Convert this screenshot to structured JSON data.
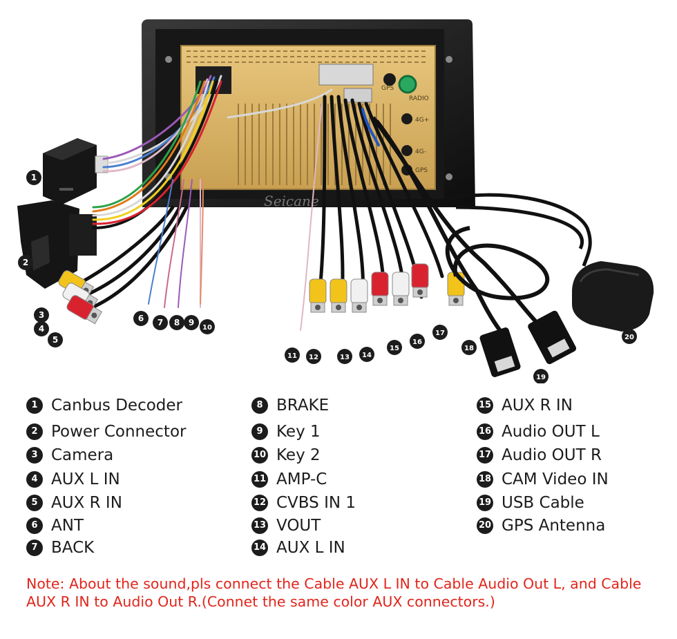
{
  "watermark": "Seicane",
  "unit_labels": {
    "gps_port": "GPS",
    "radio_port": "RADIO",
    "port_4g_a": "4G+",
    "port_4g_b": "4G-",
    "gps_port_b": "GPS"
  },
  "callouts": [
    "1",
    "2",
    "3",
    "4",
    "5",
    "6",
    "7",
    "8",
    "9",
    "10",
    "11",
    "12",
    "13",
    "14",
    "15",
    "16",
    "17",
    "18",
    "19",
    "20"
  ],
  "legend": [
    {
      "num": "1",
      "label": "Canbus Decoder"
    },
    {
      "num": "2",
      "label": "Power Connector"
    },
    {
      "num": "3",
      "label": "Camera"
    },
    {
      "num": "4",
      "label": "AUX L IN"
    },
    {
      "num": "5",
      "label": "AUX R IN"
    },
    {
      "num": "6",
      "label": "ANT"
    },
    {
      "num": "7",
      "label": "BACK"
    },
    {
      "num": "8",
      "label": "BRAKE"
    },
    {
      "num": "9",
      "label": "Key 1"
    },
    {
      "num": "10",
      "label": "Key 2"
    },
    {
      "num": "11",
      "label": "AMP-C"
    },
    {
      "num": "12",
      "label": "CVBS IN 1"
    },
    {
      "num": "13",
      "label": "VOUT"
    },
    {
      "num": "14",
      "label": "AUX L IN"
    },
    {
      "num": "15",
      "label": "AUX R IN"
    },
    {
      "num": "16",
      "label": "Audio OUT L"
    },
    {
      "num": "17",
      "label": "Audio OUT R"
    },
    {
      "num": "18",
      "label": "CAM Video IN"
    },
    {
      "num": "19",
      "label": "USB Cable"
    },
    {
      "num": "20",
      "label": "GPS Antenna"
    }
  ],
  "note": "Note: About the sound,pls connect the Cable AUX L IN to Cable Audio Out L, and Cable AUX R IN to  Audio Out R.(Connet the same color AUX connectors.)",
  "colors": {
    "accent_note": "#e0251b",
    "rca_yellow": "#f2c31a",
    "rca_red": "#d8232f",
    "rca_white": "#f1f1f1",
    "unit_gold": "#d9b469",
    "dark": "#1c1c1c"
  }
}
